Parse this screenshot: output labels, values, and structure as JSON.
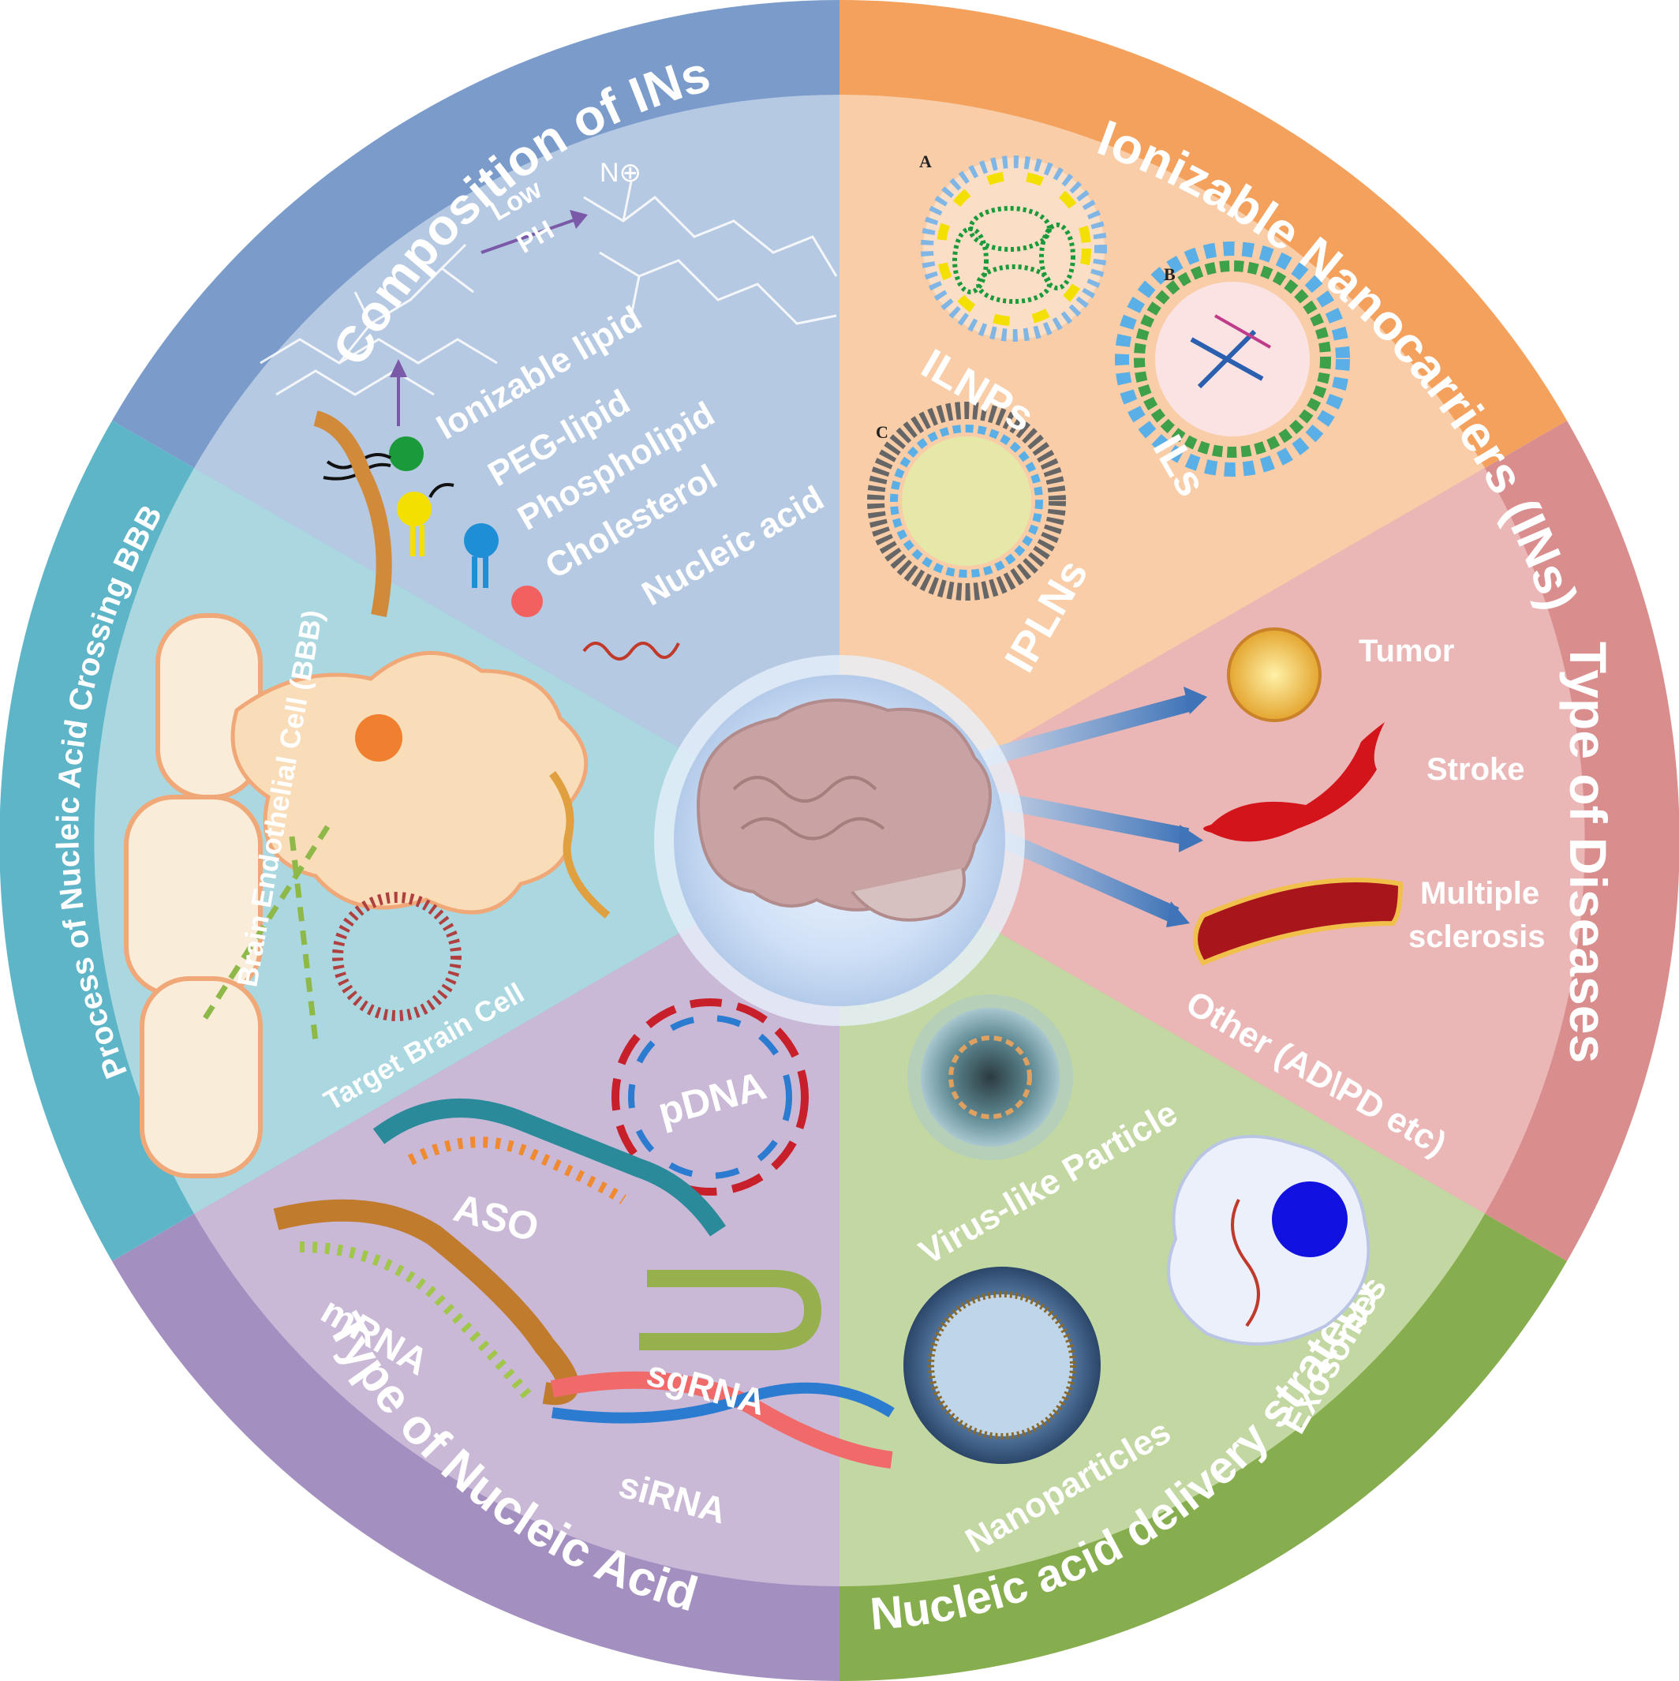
{
  "sections": {
    "composition": {
      "title": "Composition of INs",
      "ring_color": "#7b9ccb",
      "inner_color": "#b6c9e2",
      "reaction_label_1": "Low",
      "reaction_label_2": "PH",
      "components": [
        "Ionizable lipid",
        "PEG-lipid",
        "Phospholipid",
        "Cholesterol",
        "Nucleic acid"
      ],
      "component_colors": [
        "#1a9a3a",
        "#f4e000",
        "#1e8ed6",
        "#f26060",
        "#c0392b"
      ]
    },
    "nanocarriers": {
      "title": "Ionizable Nanocarriers (INs)",
      "ring_color": "#f3a15c",
      "inner_color": "#f8cda7",
      "panel_letters": [
        "A",
        "B",
        "C"
      ],
      "items": [
        "ILNPs",
        "ILs",
        "IPLNs"
      ]
    },
    "diseases": {
      "title": "Type of Diseases",
      "ring_color": "#d98d8d",
      "inner_color": "#ebb7b6",
      "items": [
        "Tumor",
        "Stroke",
        "Multiple",
        "sclerosis",
        "Other (AD\\PD etc)"
      ]
    },
    "delivery": {
      "title": "Nucleic acid delivery strategy",
      "ring_color": "#86ad4e",
      "inner_color": "#c3d7a3",
      "items": [
        "Virus-like Particle",
        "Exosomes",
        "Nanoparticles"
      ]
    },
    "nucleic_acid": {
      "title": "Type of Nucleic Acid",
      "ring_color": "#a390c0",
      "inner_color": "#c9b9d7",
      "items": [
        "pDNA",
        "ASO",
        "mRNA",
        "sgRNA",
        "siRNA"
      ]
    },
    "bbb": {
      "title": "Process of Nucleic Acid Crossing BBB",
      "ring_color": "#5fb5c8",
      "inner_color": "#abd7e0",
      "items": [
        "Brain Endothelial Cell (BBB)",
        "Target Brain Cell"
      ]
    }
  },
  "center": {
    "circle_color": "#c8dbf3",
    "icon": "brain-icon"
  }
}
